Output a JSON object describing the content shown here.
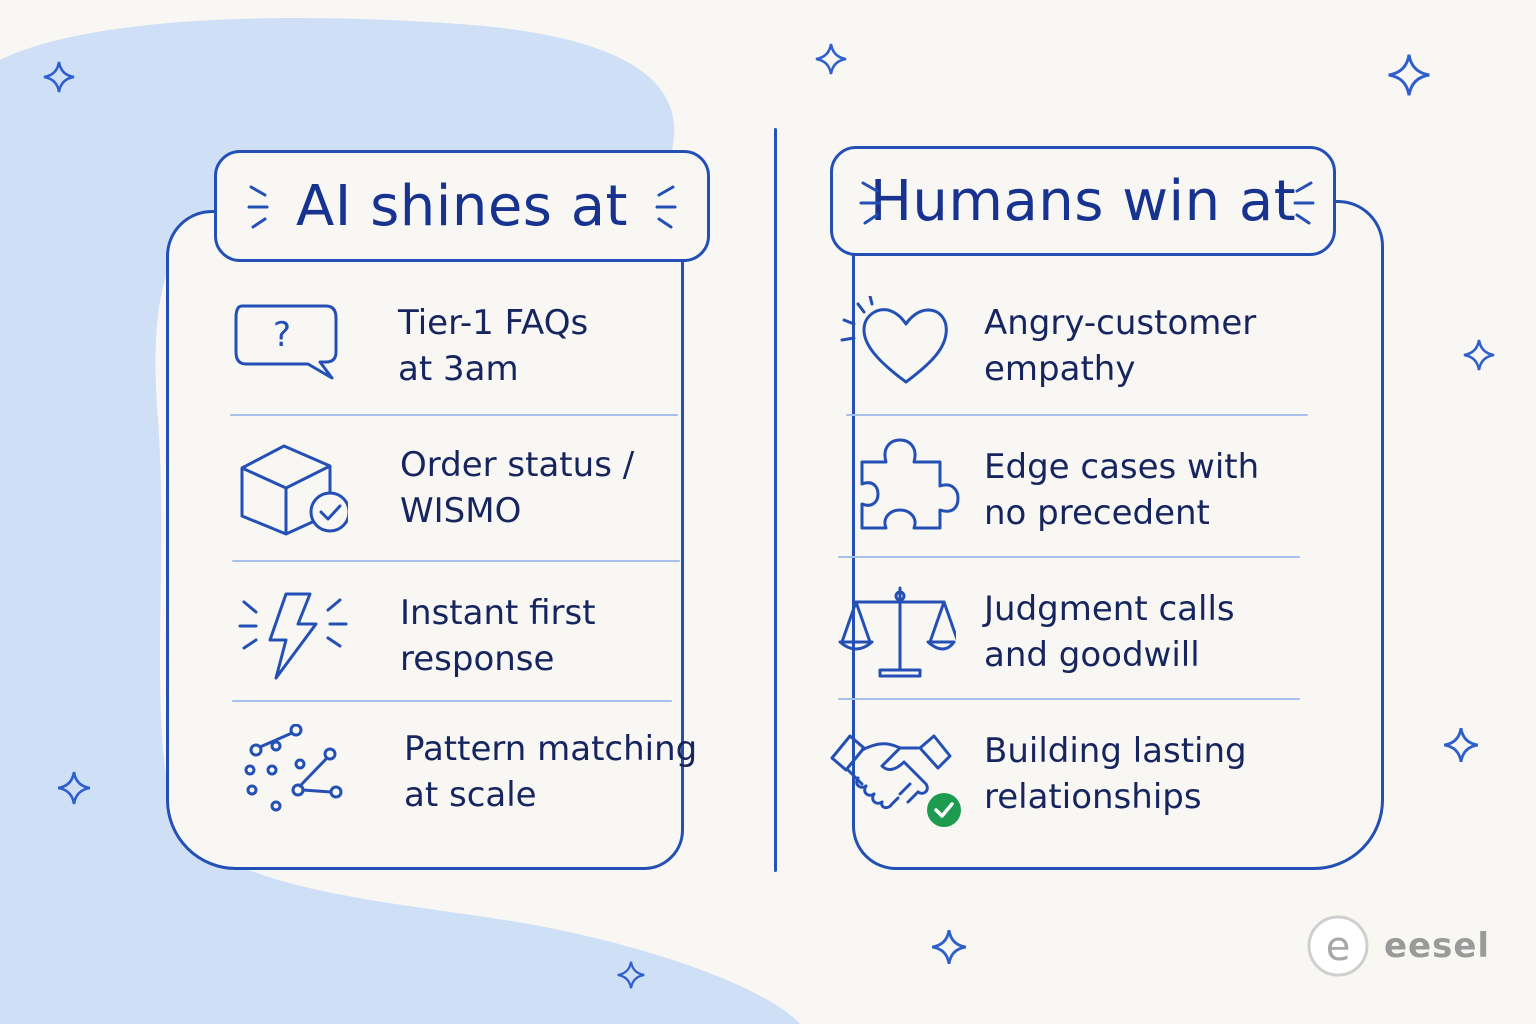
{
  "left_panel": {
    "title": "AI shines at",
    "items": [
      {
        "line1": "Tier-1 FAQs",
        "line2": "at 3am",
        "icon": "question-bubble-icon"
      },
      {
        "line1": "Order status /",
        "line2": "WISMO",
        "icon": "package-check-icon"
      },
      {
        "line1": "Instant first",
        "line2": "response",
        "icon": "lightning-icon"
      },
      {
        "line1": "Pattern matching",
        "line2": "at scale",
        "icon": "network-nodes-icon"
      }
    ]
  },
  "right_panel": {
    "title": "Humans win at",
    "items": [
      {
        "line1": "Angry-customer",
        "line2": "empathy",
        "icon": "heart-icon"
      },
      {
        "line1": "Edge cases with",
        "line2": "no precedent",
        "icon": "puzzle-piece-icon"
      },
      {
        "line1": "Judgment calls",
        "line2": "and goodwill",
        "icon": "scales-icon"
      },
      {
        "line1": "Building lasting",
        "line2": "relationships",
        "icon": "handshake-check-icon"
      }
    ]
  },
  "brand": {
    "name": "eesel",
    "logo_letter": "e"
  },
  "colors": {
    "ink": "#2450b5",
    "title_ink": "#17338f",
    "text": "#16255e",
    "blob": "#cfe0f6",
    "background": "#f8f7f3",
    "check_green": "#1e9b4f",
    "brand_gray": "#9a9a9a"
  }
}
